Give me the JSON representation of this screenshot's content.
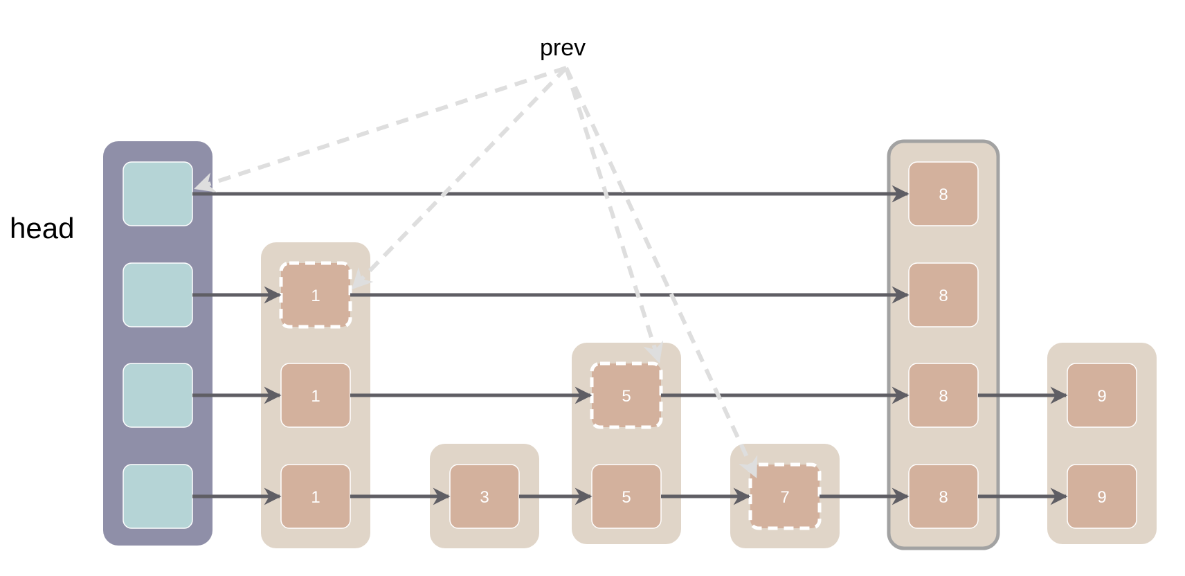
{
  "labels": {
    "head": "head",
    "prev": "prev"
  },
  "colors": {
    "head_column": "#8f8fa8",
    "head_node": "#b5d4d6",
    "column_bg": "#e0d5c8",
    "node": "#d3b19d",
    "arrow": "#5f5e64",
    "prev_arrow": "#dedede",
    "highlight_border": "#a2a2a2"
  },
  "head": {
    "levels": 4
  },
  "columns": [
    {
      "value": "1",
      "levels": 3,
      "prev_level": 2,
      "highlighted": false
    },
    {
      "value": "3",
      "levels": 1,
      "prev_level": null,
      "highlighted": false
    },
    {
      "value": "5",
      "levels": 2,
      "prev_level": 1,
      "highlighted": false
    },
    {
      "value": "7",
      "levels": 1,
      "prev_level": 0,
      "highlighted": false
    },
    {
      "value": "8",
      "levels": 4,
      "prev_level": null,
      "highlighted": true
    },
    {
      "value": "9",
      "levels": 2,
      "prev_level": null,
      "highlighted": false
    }
  ],
  "prev_pointers": [
    {
      "target": "head",
      "level": 3
    },
    {
      "target": "1",
      "level": 2
    },
    {
      "target": "5",
      "level": 1
    },
    {
      "target": "7",
      "level": 0
    }
  ]
}
